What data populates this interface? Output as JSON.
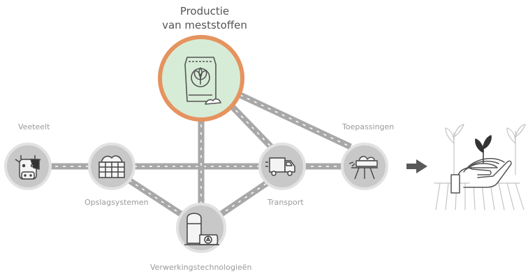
{
  "title": {
    "line1": "Productie",
    "line2": "van meststoffen"
  },
  "labels": {
    "livestock": "Veeteelt",
    "storage": "Opslagsystemen",
    "processing": "Verwerkingstechnologieën",
    "transport": "Transport",
    "applications": "Toepassingen"
  },
  "colors": {
    "accent_ring": "#e6935f",
    "accent_fill": "#d7ecd7",
    "node_ring": "#dcdcdc",
    "node_fill": "#c8c8c8",
    "road": "#a8a8a8",
    "arrow": "#595959"
  },
  "icons": {
    "livestock": "cow-icon",
    "storage": "storage-bin-icon",
    "processing": "processing-tank-icon",
    "transport": "truck-icon",
    "applications": "spreader-icon",
    "central": "fertilizer-bag-icon",
    "result": "hand-with-seedling-icon"
  }
}
